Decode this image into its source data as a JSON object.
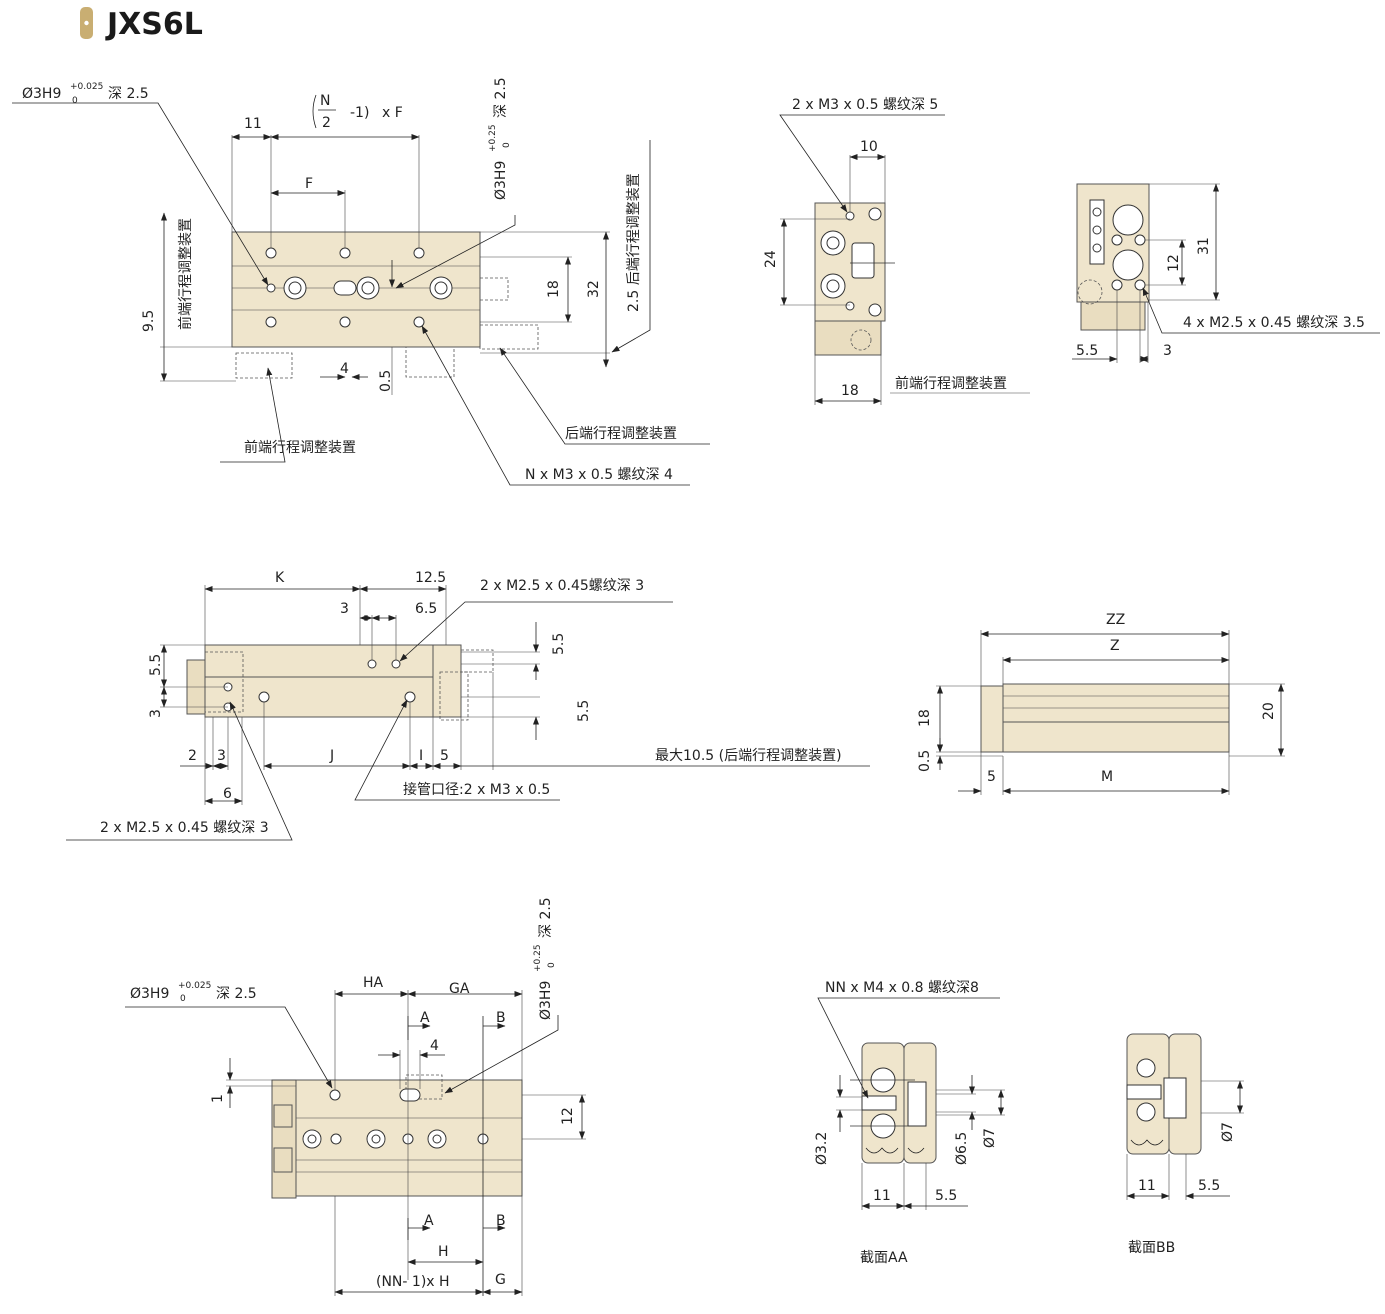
{
  "title": "JXS6L",
  "accent_color": "#c9ae72",
  "labels": {
    "hole_3h9_a": "Ø3H9",
    "tol_upper_a": "+0.025",
    "tol_lower_a": "0",
    "depth_a": "深 2.5",
    "n_over_2": "N",
    "two": "2",
    "minus_one": "-1)",
    "x_f": "x F",
    "dim_11": "11",
    "dim_f": "F",
    "vert_hole": "Ø3H9",
    "vert_tol_upper": "+0.25",
    "vert_tol_lower": "0",
    "vert_depth": "深 2.5",
    "front_adjust_vert": "前端行程调整装置",
    "rear_adjust_vert": "2.5 后端行程调整装置",
    "dim_18": "18",
    "dim_32": "32",
    "dim_9_5": "9.5",
    "dim_4": "4",
    "dim_0_5": "0.5",
    "rear_adjust": "后端行程调整装置",
    "front_adjust": "前端行程调整装置",
    "nm3": "N x M3 x 0.5 螺纹深 4",
    "m3_depth5": "2 x M3 x 0.5 螺纹深 5",
    "dim_10": "10",
    "dim_24": "24",
    "dim_18b": "18",
    "front_adjust2": "前端行程调整装置",
    "dim_31": "31",
    "dim_12": "12",
    "m25_35": "4 x M2.5 x 0.45 螺纹深 3.5",
    "dim_5_5": "5.5",
    "dim_3": "3",
    "dim_k": "K",
    "dim_12_5": "12.5",
    "m25_3_top": "2 x M2.5 x 0.45螺纹深 3",
    "dim_3b": "3",
    "dim_6_5": "6.5",
    "dim_5_5b": "5.5",
    "dim_5_5c": "5.5",
    "dim_5_5d": "5.5",
    "dim_3c": "3",
    "dim_2": "2",
    "dim_3d": "3",
    "dim_j": "J",
    "dim_i": "I",
    "dim_5": "5",
    "max_10_5": "最大10.5 (后端行程调整装置)",
    "dim_6": "6",
    "port": "接管口径:2 x M3 x 0.5",
    "m25_3_bot": "2 x M2.5 x 0.45 螺纹深 3",
    "dim_zz": "ZZ",
    "dim_z": "Z",
    "dim_18c": "18",
    "dim_20": "20",
    "dim_0_5b": "0.5",
    "dim_5b": "5",
    "dim_m": "M",
    "hole_3h9_b": "Ø3H9",
    "tol_upper_b": "+0.025",
    "tol_lower_b": "0",
    "depth_b": "深 2.5",
    "dim_ha": "HA",
    "dim_ga": "GA",
    "vert_hole_b": "Ø3H9",
    "vert_tol_upper_b": "+0.25",
    "vert_tol_lower_b": "0",
    "vert_depth_b": "深 2.5",
    "sec_a": "A",
    "sec_b": "B",
    "dim_4b": "4",
    "dim_1": "1",
    "dim_12b": "12",
    "sec_a2": "A",
    "sec_b2": "B",
    "dim_h": "H",
    "dim_nn": "(NN- 1)x H",
    "dim_g": "G",
    "nn_m4": "NN x M4 x 0.8 螺纹深8",
    "dim_3_2": "Ø3.2",
    "dim_6_5d": "Ø6.5",
    "dim_7": "Ø7",
    "dim_11b": "11",
    "dim_5_5e": "5.5",
    "section_aa": "截面AA",
    "dim_7b": "Ø7",
    "dim_11c": "11",
    "dim_5_5f": "5.5",
    "section_bb": "截面BB"
  }
}
